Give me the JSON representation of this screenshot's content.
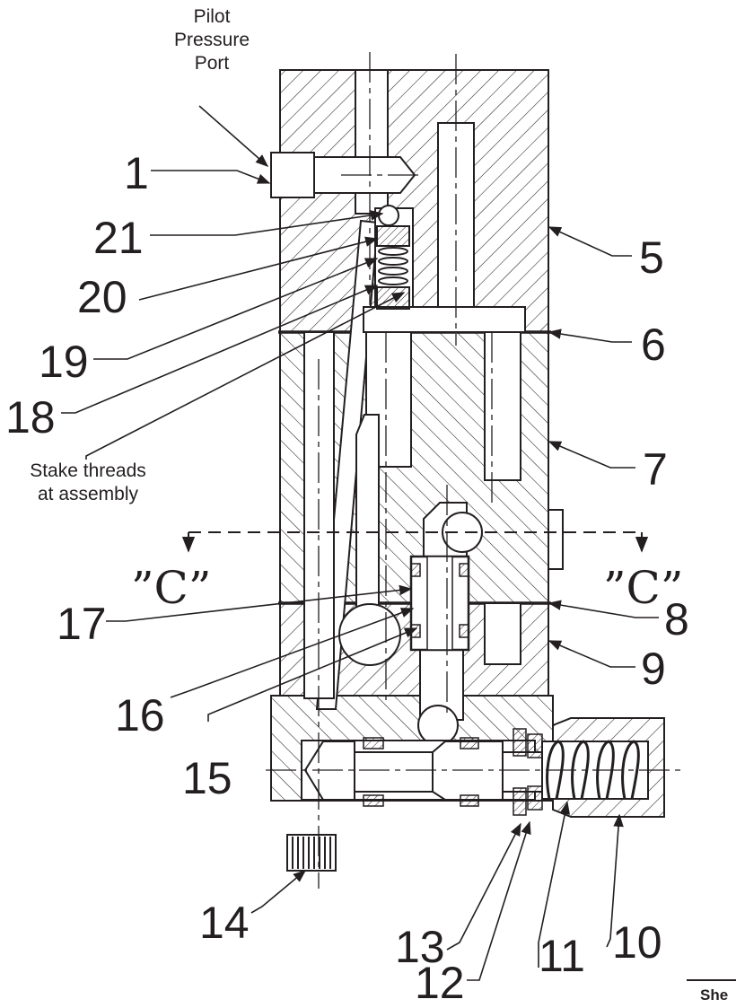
{
  "notes": {
    "pilot_pressure_port": [
      "Pilot",
      "Pressure",
      "Port"
    ],
    "stake_threads": [
      "Stake threads",
      "at assembly"
    ]
  },
  "callouts": {
    "c1": "1",
    "c5": "5",
    "c6": "6",
    "c7": "7",
    "c8": "8",
    "c9": "9",
    "c10": "10",
    "c11": "11",
    "c12": "12",
    "c13": "13",
    "c14": "14",
    "c15": "15",
    "c16": "16",
    "c17": "17",
    "c18": "18",
    "c19": "19",
    "c20": "20",
    "c21": "21"
  },
  "section_marks": {
    "left": "”C”",
    "right": "”C”"
  },
  "corner_text": "She"
}
